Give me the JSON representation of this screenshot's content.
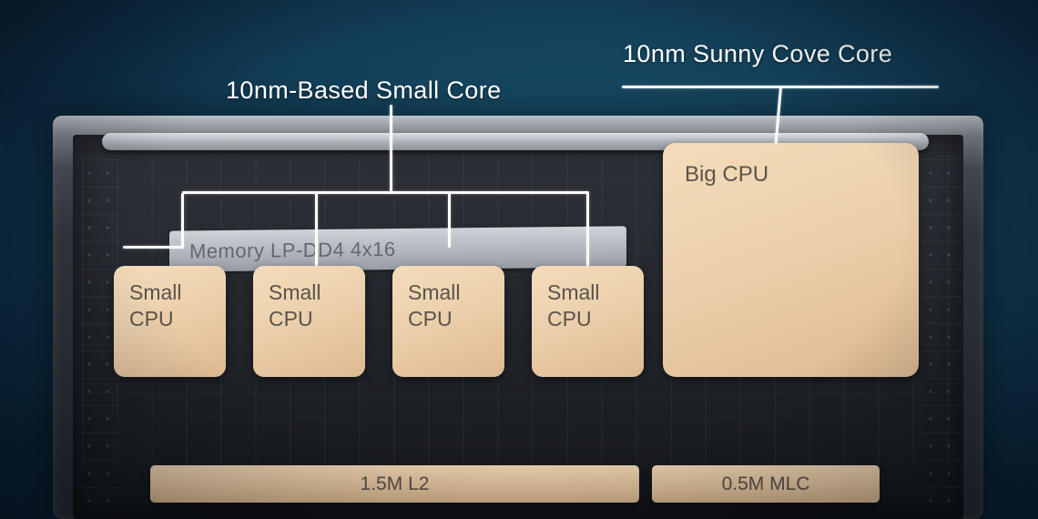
{
  "annotations": {
    "small_core": "10nm-Based Small Core",
    "big_core": "10nm Sunny Cove Core"
  },
  "chip": {
    "memory": "Memory LP-DD4 4x16",
    "big_cpu": "Big CPU",
    "small_cpus": [
      "Small CPU",
      "Small CPU",
      "Small CPU",
      "Small CPU"
    ],
    "cache_l2": "1.5M L2",
    "cache_mlc": "0.5M MLC"
  },
  "icons": {
    "connector_lines": "white-callout-line"
  },
  "colors": {
    "background": "#0d2b40",
    "block_fill": "#ecd0ac",
    "block_text": "#5a544c",
    "memory_bar": "#c6cbd2",
    "annotation_text": "#ffffff",
    "connector": "#ffffff",
    "die_interior": "#232730",
    "frame_metal": "#7c8188"
  }
}
